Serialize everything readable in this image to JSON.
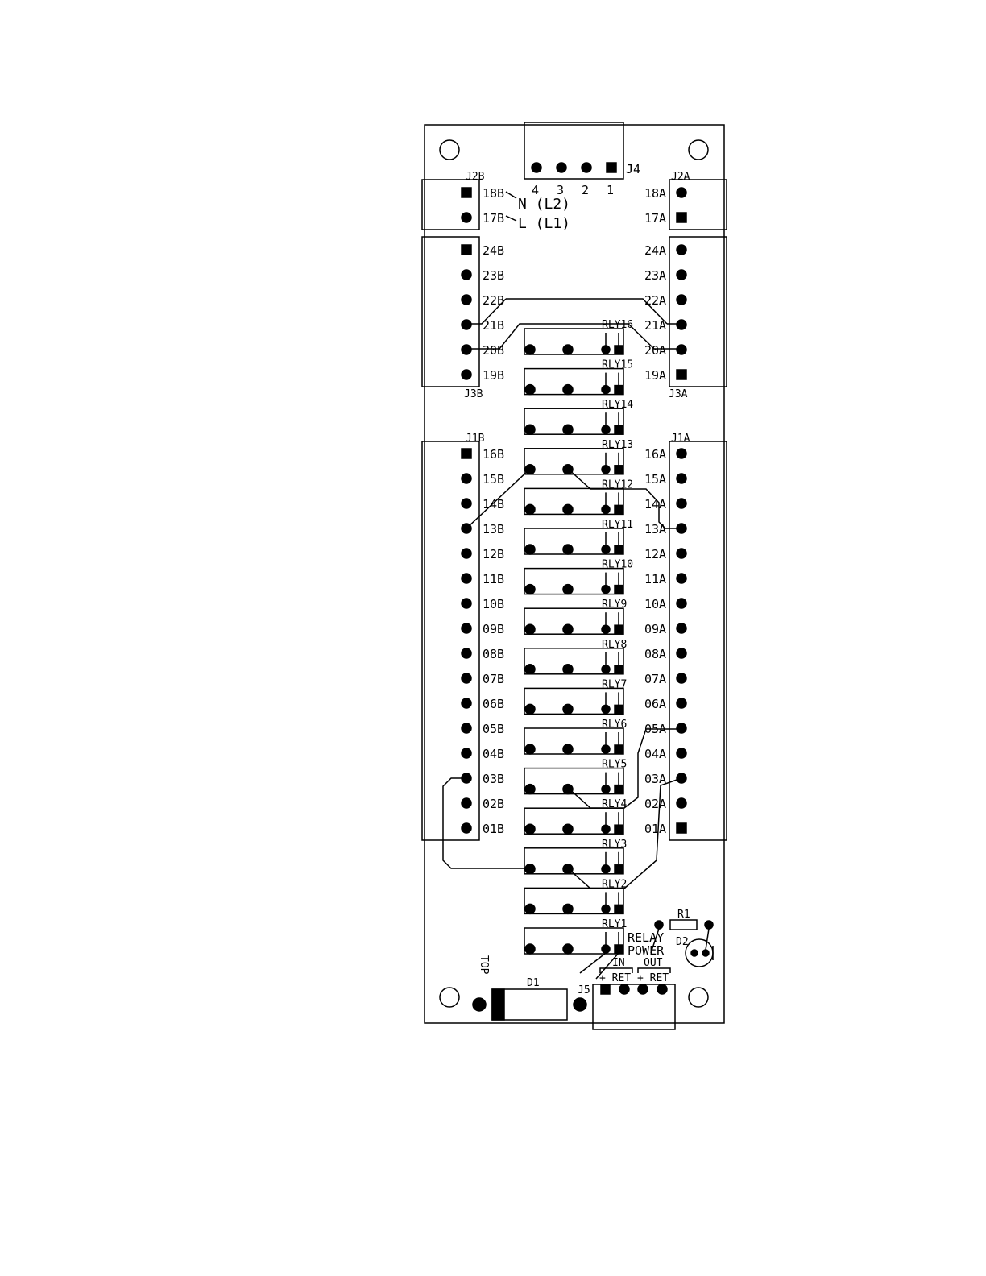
{
  "j4": {
    "ref": "J4",
    "pins": [
      "4",
      "3",
      "2",
      "1"
    ]
  },
  "j2b": {
    "ref": "J2B",
    "pins": [
      "18B",
      "17B"
    ]
  },
  "j2a": {
    "ref": "J2A",
    "pins": [
      "18A",
      "17A"
    ]
  },
  "j3b": {
    "ref": "J3B",
    "pins": [
      "24B",
      "23B",
      "22B",
      "21B",
      "20B",
      "19B"
    ]
  },
  "j3a": {
    "ref": "J3A",
    "pins": [
      "24A",
      "23A",
      "22A",
      "21A",
      "20A",
      "19A"
    ]
  },
  "j1b": {
    "ref": "J1B",
    "pins": [
      "16B",
      "15B",
      "14B",
      "13B",
      "12B",
      "11B",
      "10B",
      "09B",
      "08B",
      "07B",
      "06B",
      "05B",
      "04B",
      "03B",
      "02B",
      "01B"
    ]
  },
  "j1a": {
    "ref": "J1A",
    "pins": [
      "16A",
      "15A",
      "14A",
      "13A",
      "12A",
      "11A",
      "10A",
      "09A",
      "08A",
      "07A",
      "06A",
      "05A",
      "04A",
      "03A",
      "02A",
      "01A"
    ]
  },
  "power_labels": {
    "n": "N (L2)",
    "l": "L (L1)"
  },
  "relays": [
    "RLY16",
    "RLY15",
    "RLY14",
    "RLY13",
    "RLY12",
    "RLY11",
    "RLY10",
    "RLY9",
    "RLY8",
    "RLY7",
    "RLY6",
    "RLY5",
    "RLY4",
    "RLY3",
    "RLY2",
    "RLY1"
  ],
  "r1": "R1",
  "d2": "D2",
  "d1": "D1",
  "j5": "J5",
  "top": "TOP",
  "relay_power": {
    "line1": "RELAY",
    "line2": "POWER",
    "in": "IN",
    "out": "OUT",
    "pins": "+ RET + RET"
  }
}
